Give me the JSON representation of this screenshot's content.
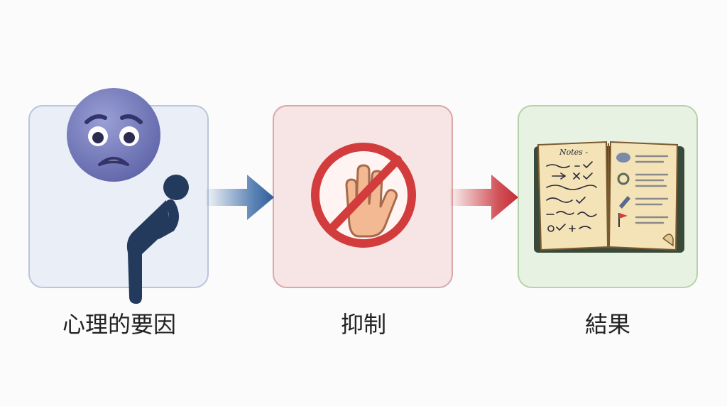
{
  "steps": [
    {
      "label": "心理的要因",
      "icon": "worried-person-icon"
    },
    {
      "label": "抑制",
      "icon": "no-hand-icon"
    },
    {
      "label": "結果",
      "icon": "notebook-icon"
    }
  ],
  "notebook": {
    "title": "Notes -"
  },
  "colors": {
    "box1_bg": "#e9eef7",
    "box2_bg": "#f7e4e4",
    "box3_bg": "#e8f2e3",
    "arrow1": "#3f6ea8",
    "arrow2": "#c9363c"
  }
}
